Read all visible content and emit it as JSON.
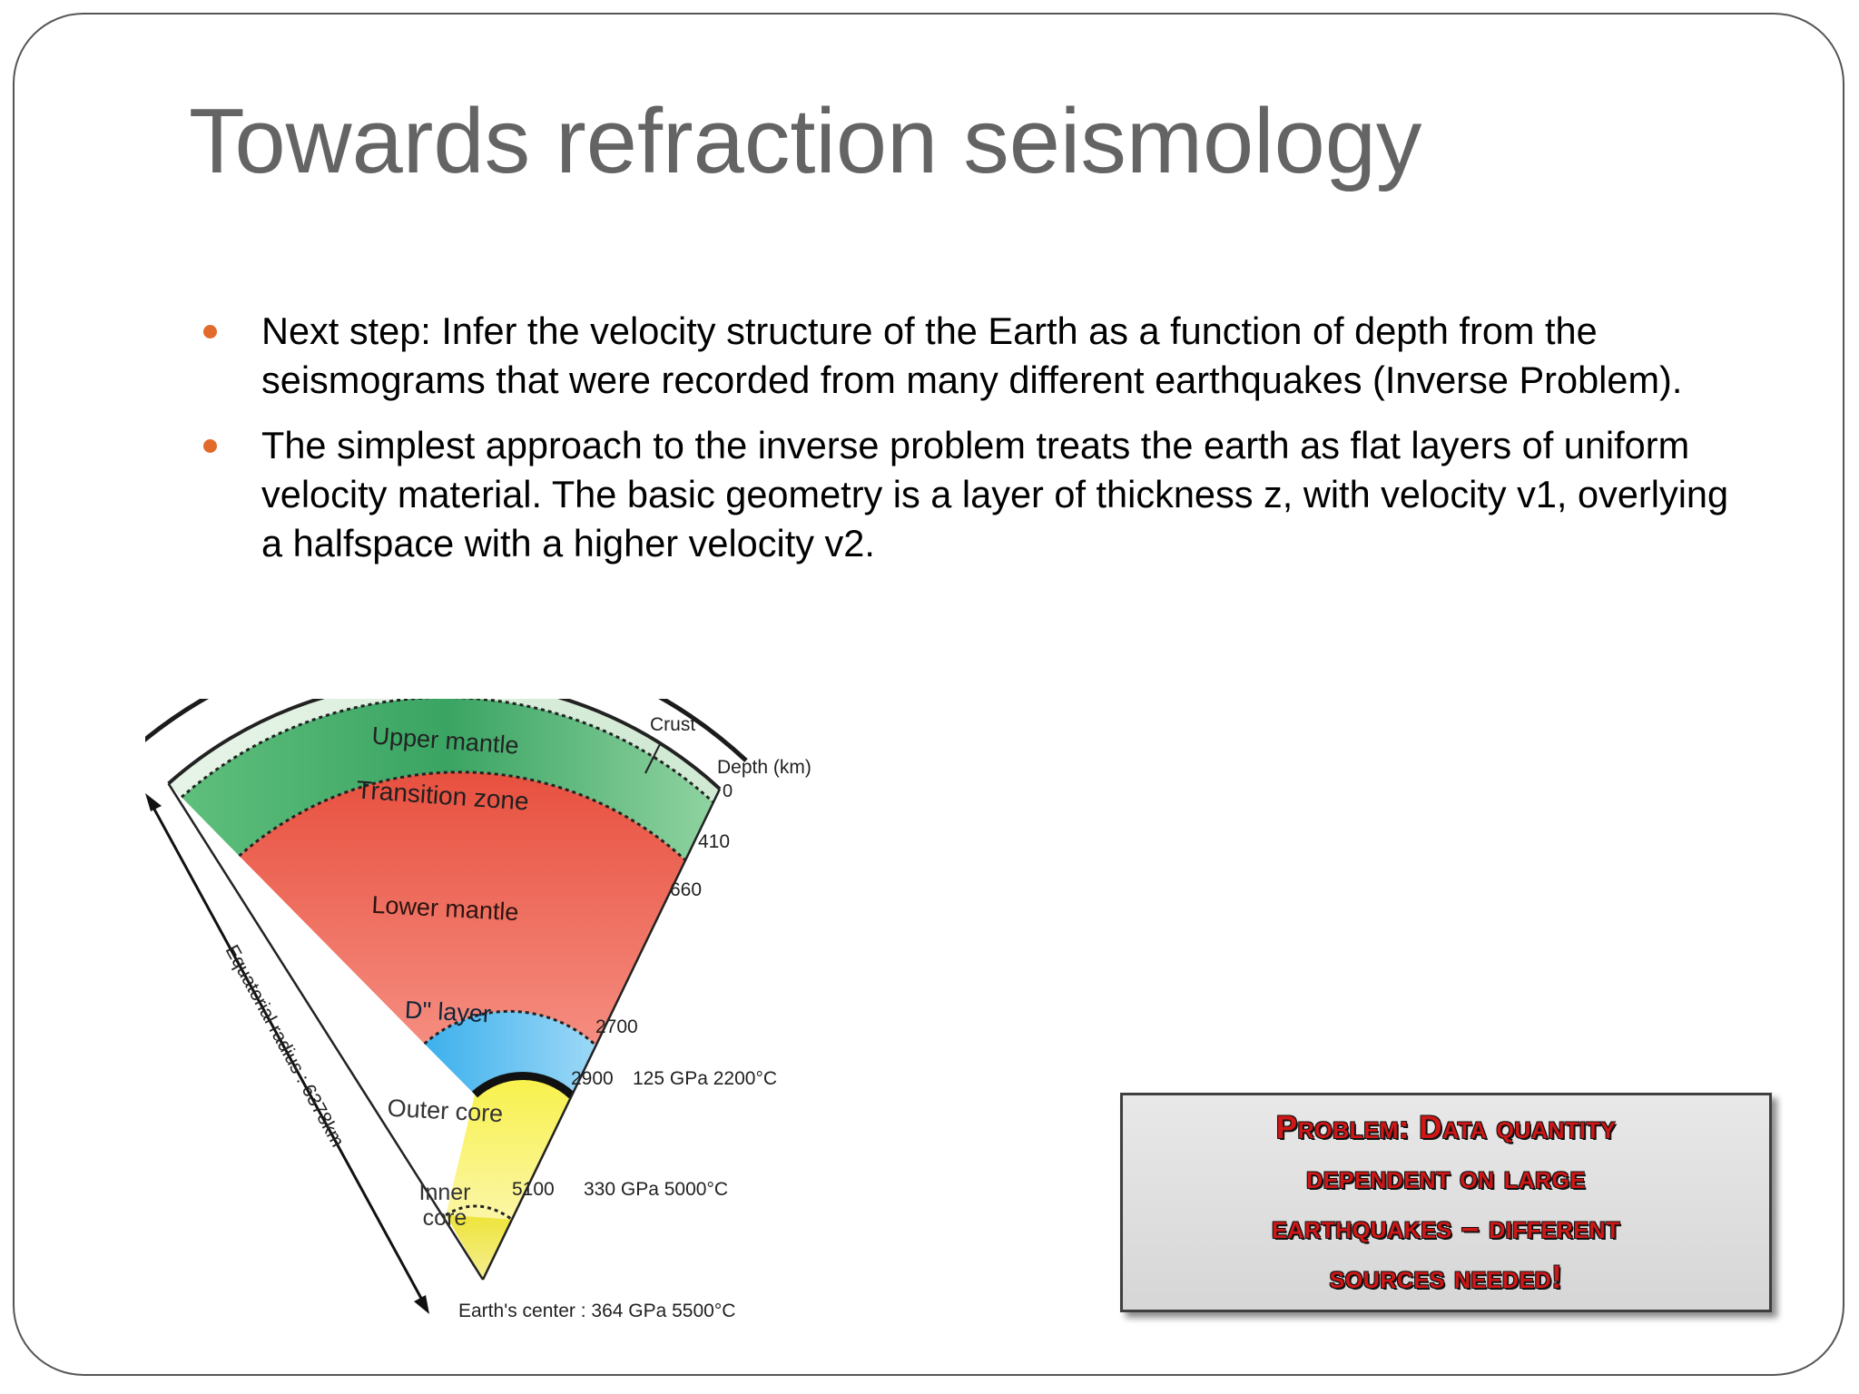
{
  "slide": {
    "title": "Towards refraction seismology",
    "bullets": [
      "Next step: Infer the velocity structure of the Earth as a function of depth from the seismograms that were recorded from many different earthquakes (Inverse Problem).",
      "The simplest approach to the inverse problem treats the earth as flat layers of uniform velocity material. The basic geometry is a layer of thickness z, with velocity v1, overlying a halfspace with a higher velocity v2."
    ],
    "bullet_color": "#e26b2c"
  },
  "diagram": {
    "layers": {
      "upper_mantle": "Upper mantle",
      "transition_zone": "Transition zone",
      "lower_mantle": "Lower mantle",
      "d_layer": "D\" layer",
      "outer_core": "Outer core",
      "inner_core_1": "Inner",
      "inner_core_2": "core"
    },
    "crust": "Crust",
    "depth_header": "Depth (km)",
    "depths": {
      "d0": "0",
      "d410": "410",
      "d660": "660",
      "d2700": "2700",
      "d2900": "2900",
      "d5100": "5100"
    },
    "conditions": {
      "cmb": "125 GPa 2200°C",
      "icb": "330 GPa 5000°C"
    },
    "center_label": "Earth's center : 364 GPa 5500°C",
    "radius_label": "Equatorial radius : 6378km",
    "colors": {
      "upper_mantle": "#d3ecd5",
      "transition_zone": "#3ea866",
      "lower_mantle": "#ea5b4b",
      "d_layer": "#3fb4ee",
      "outer_core": "#f7ee3c",
      "inner_core": "#ebe034"
    }
  },
  "callout": {
    "line1": "Problem: Data quantity",
    "line2": "dependent on large",
    "line3": "earthquakes – different",
    "line4": "sources needed!",
    "text_color": "#d01717"
  }
}
